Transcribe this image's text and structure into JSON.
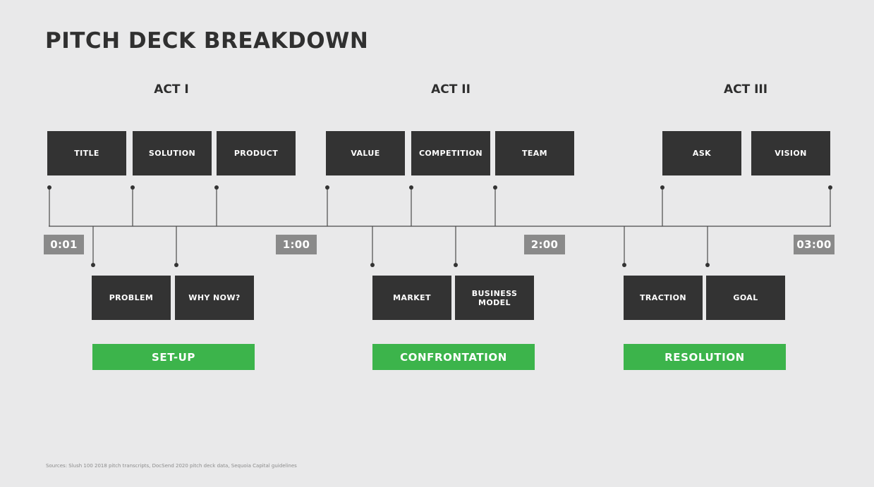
{
  "title": "PITCH DECK BREAKDOWN",
  "acts": [
    "ACT I",
    "ACT II",
    "ACT III"
  ],
  "slides_top": [
    "TITLE",
    "SOLUTION",
    "PRODUCT",
    "VALUE",
    "COMPETITION",
    "TEAM",
    "ASK",
    "VISION"
  ],
  "slides_bottom": [
    "PROBLEM",
    "WHY NOW?",
    "MARKET",
    "BUSINESS\nMODEL",
    "TRACTION",
    "GOAL"
  ],
  "timestamps": [
    "0:01",
    "1:00",
    "2:00",
    "03:00"
  ],
  "phases": [
    "SET-UP",
    "CONFRONTATION",
    "RESOLUTION"
  ],
  "sources": "Sources: Slush 100 2018 pitch transcripts, DocSend 2020 pitch deck data, Sequoia Capital guidelines",
  "colors": {
    "background": "#e9e9ea",
    "slide_box": "#333333",
    "timestamp": "#8a8a8a",
    "phase": "#3cb44b",
    "line": "#4a4a4a"
  }
}
